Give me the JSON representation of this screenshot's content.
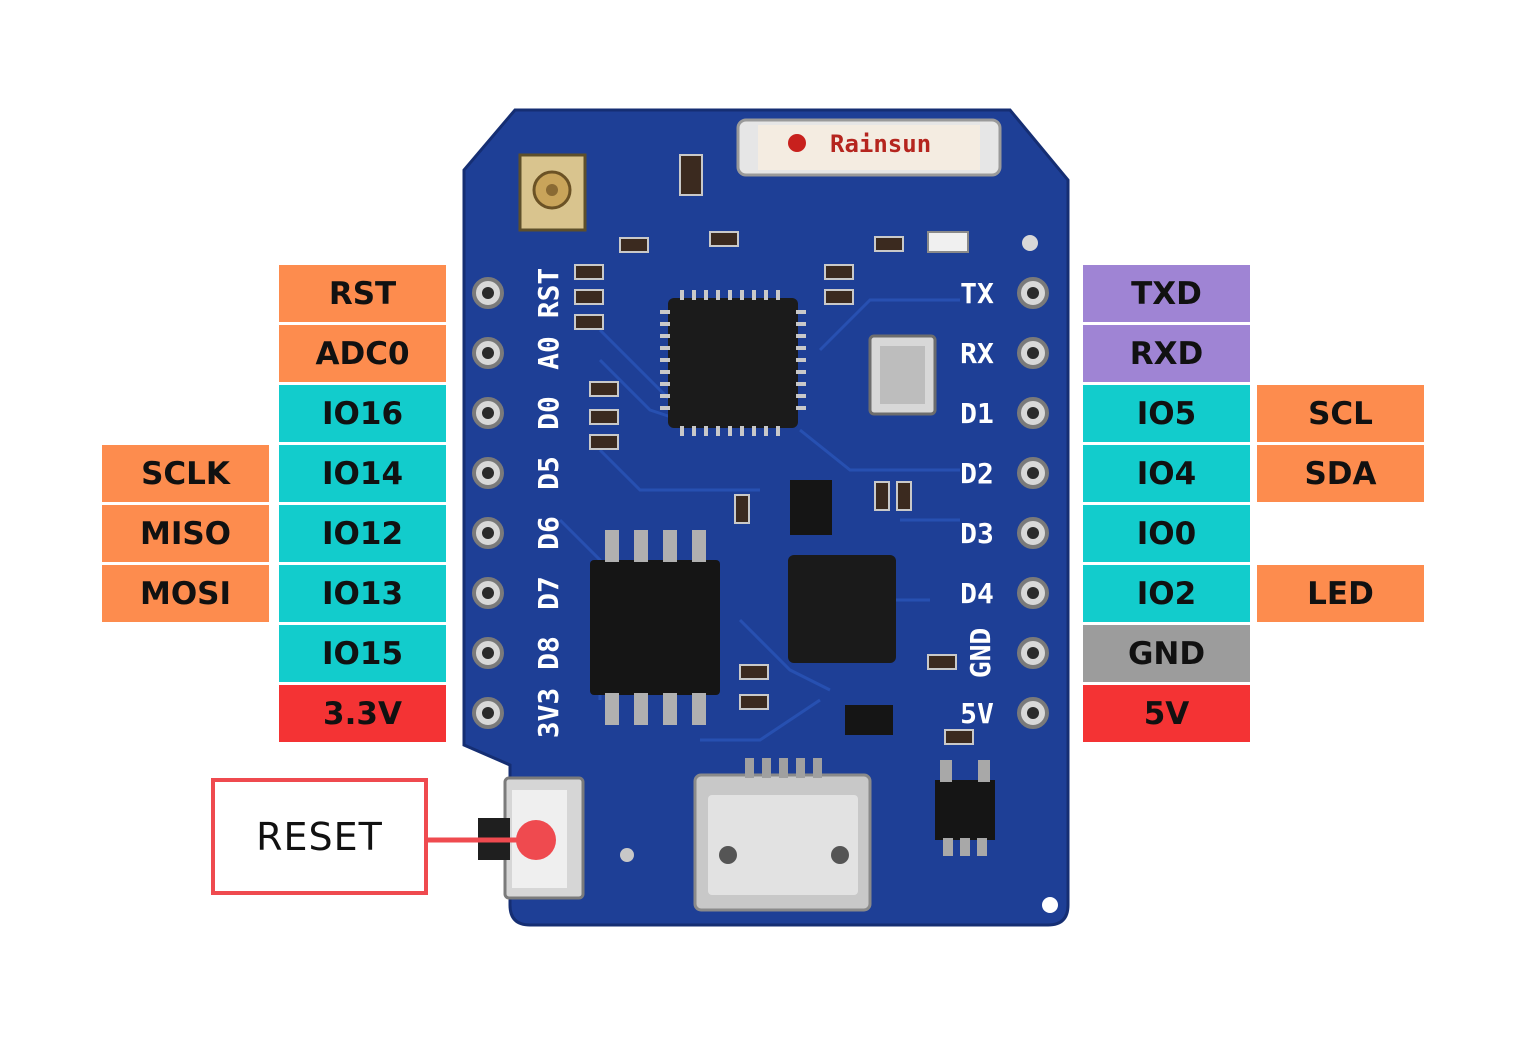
{
  "antenna_brand": "Rainsun",
  "board_silkscreen": {
    "left": [
      "RST",
      "A0",
      "D0",
      "D5",
      "D6",
      "D7",
      "D8",
      "3V3"
    ],
    "right": [
      "TX",
      "RX",
      "D1",
      "D2",
      "D3",
      "D4",
      "GND",
      "5V"
    ]
  },
  "left_inner_labels": [
    "RST",
    "ADC0",
    "IO16",
    "IO14",
    "IO12",
    "IO13",
    "IO15",
    "3.3V"
  ],
  "left_outer_labels": {
    "sclk": "SCLK",
    "miso": "MISO",
    "mosi": "MOSI"
  },
  "right_inner_labels": [
    "TXD",
    "RXD",
    "IO5",
    "IO4",
    "IO0",
    "IO2",
    "GND",
    "5V"
  ],
  "right_outer_labels": {
    "scl": "SCL",
    "sda": "SDA",
    "led": "LED"
  },
  "reset_label": "RESET",
  "colors": {
    "board": "#1e3f96",
    "orange": "#fd8c4e",
    "teal": "#12cccc",
    "red": "#f43334",
    "purple": "#9f84d4",
    "gray": "#9c9c9c",
    "reset_accent": "#ef4a4f"
  }
}
